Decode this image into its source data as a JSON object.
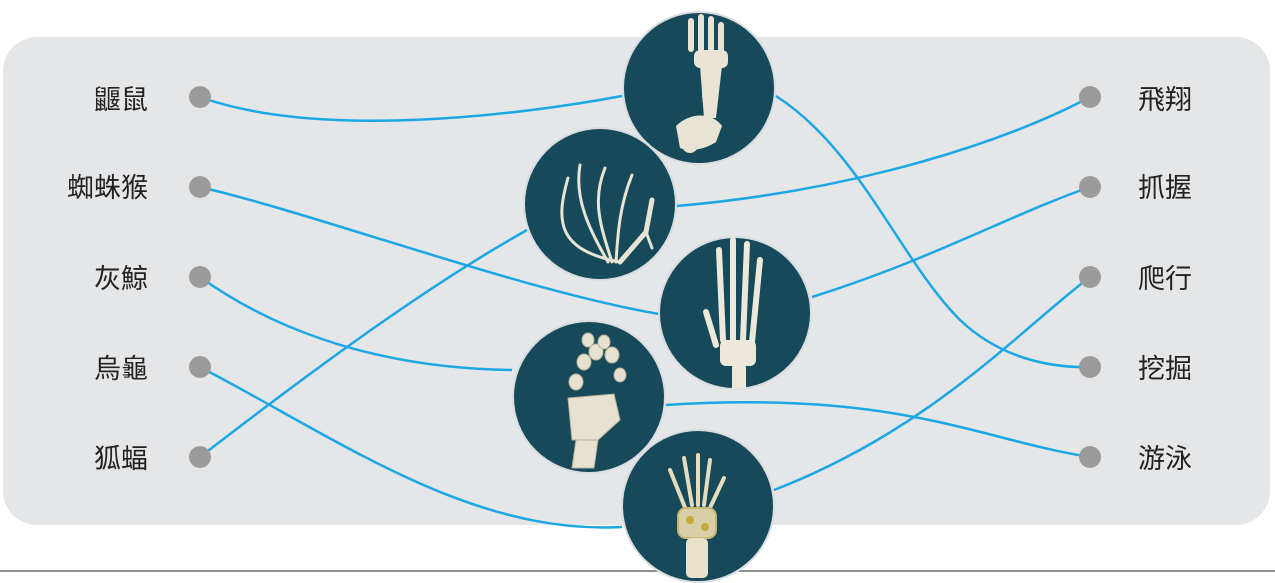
{
  "colors": {
    "panel": "#e5e6e8",
    "connector": "#1aa7e4",
    "dot": "#9b9b9b",
    "circle_bg": "#164a5b",
    "circle_border": "#d9dde0",
    "bone": "#e9e4d2"
  },
  "animals": [
    {
      "id": "mole",
      "label": "鼴鼠"
    },
    {
      "id": "spider-monkey",
      "label": "蜘蛛猴"
    },
    {
      "id": "gray-whale",
      "label": "灰鯨"
    },
    {
      "id": "turtle",
      "label": "烏龜"
    },
    {
      "id": "bat",
      "label": "狐蝠"
    }
  ],
  "functions": [
    {
      "id": "flying",
      "label": "飛翔"
    },
    {
      "id": "grasping",
      "label": "抓握"
    },
    {
      "id": "crawling",
      "label": "爬行"
    },
    {
      "id": "digging",
      "label": "挖掘"
    },
    {
      "id": "swimming",
      "label": "游泳"
    }
  ],
  "bone_images": [
    {
      "id": "mole-forelimb",
      "icon": "mole-forelimb-skeleton-icon",
      "animal": "mole",
      "function": "digging"
    },
    {
      "id": "bat-wing",
      "icon": "bat-wing-skeleton-icon",
      "animal": "bat",
      "function": "flying"
    },
    {
      "id": "monkey-hand",
      "icon": "monkey-hand-skeleton-icon",
      "animal": "spider-monkey",
      "function": "grasping"
    },
    {
      "id": "whale-flipper",
      "icon": "whale-flipper-skeleton-icon",
      "animal": "gray-whale",
      "function": "swimming"
    },
    {
      "id": "turtle-limb",
      "icon": "turtle-limb-skeleton-icon",
      "animal": "turtle",
      "function": "crawling"
    }
  ]
}
